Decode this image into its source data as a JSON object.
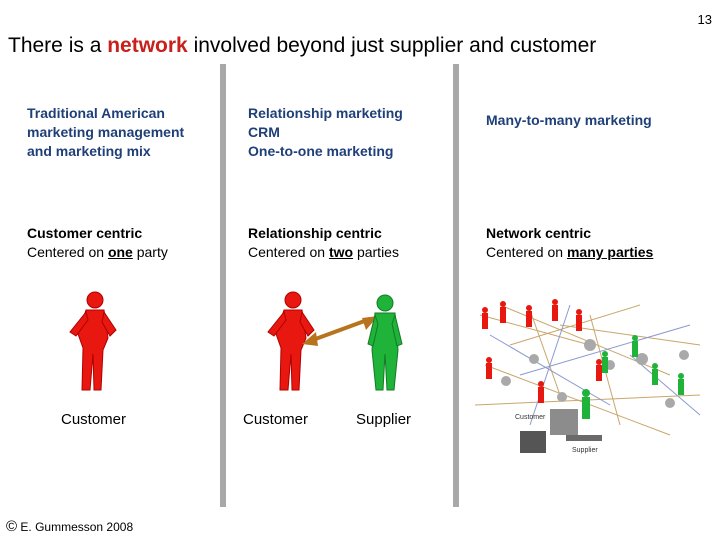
{
  "slide": {
    "page_number": "13",
    "title_parts": {
      "before": "There is a ",
      "highlight": "network",
      "after": " involved beyond just supplier and customer"
    },
    "colors": {
      "highlight": "#c8201a",
      "heading": "#1f3f78",
      "customer": "#e8170f",
      "supplier": "#1fb33a",
      "divider": "#a8a8a8"
    },
    "columns": [
      {
        "heading_lines": [
          "Traditional American",
          "marketing management",
          "and marketing mix"
        ],
        "centric_title": "Customer centric",
        "centric_prefix": "Centered on ",
        "centric_emph": "one",
        "centric_suffix": " party",
        "figure_labels": [
          "Customer"
        ]
      },
      {
        "heading_lines": [
          "Relationship marketing",
          "CRM",
          "One-to-one marketing"
        ],
        "centric_title": "Relationship centric",
        "centric_prefix": "Centered on ",
        "centric_emph": "two",
        "centric_suffix": " parties",
        "figure_labels": [
          "Customer",
          "Supplier"
        ]
      },
      {
        "heading_lines": [
          "Many-to-many marketing"
        ],
        "centric_title": "Network centric",
        "centric_prefix": "Centered on ",
        "centric_emph": "many parties",
        "centric_suffix": "",
        "network_labels": [
          "Customer",
          "Supplier"
        ]
      }
    ],
    "footer": {
      "symbol": "©",
      "text": " E. Gummesson 2008"
    }
  }
}
